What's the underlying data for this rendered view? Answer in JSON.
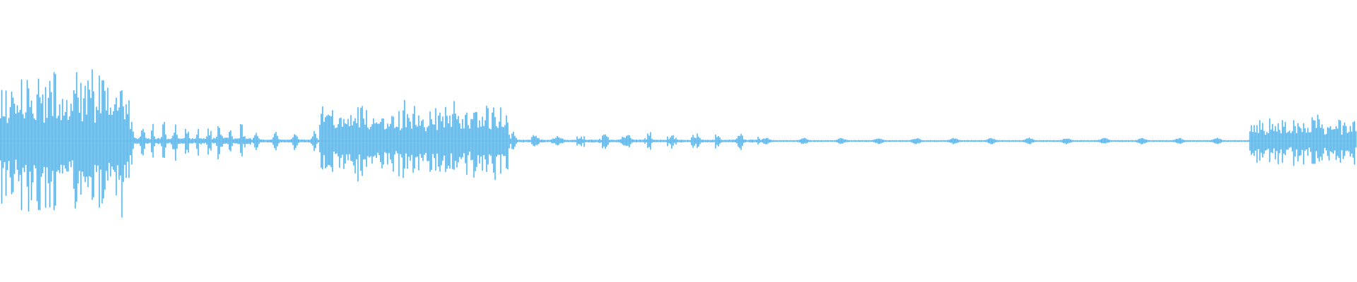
{
  "waveform": {
    "color": "#5DADE2",
    "background": "#FFFFFF",
    "segments": [
      {
        "start": 0.0,
        "end": 0.095,
        "level": 0.85,
        "style": "dense"
      },
      {
        "start": 0.095,
        "end": 0.185,
        "level": 0.28,
        "style": "bursts"
      },
      {
        "start": 0.185,
        "end": 0.235,
        "level": 0.1,
        "style": "sparse"
      },
      {
        "start": 0.235,
        "end": 0.375,
        "level": 0.45,
        "style": "dense"
      },
      {
        "start": 0.375,
        "end": 0.56,
        "level": 0.1,
        "style": "bursts"
      },
      {
        "start": 0.56,
        "end": 0.92,
        "level": 0.03,
        "style": "flat"
      },
      {
        "start": 0.92,
        "end": 1.0,
        "level": 0.28,
        "style": "dense"
      }
    ]
  }
}
